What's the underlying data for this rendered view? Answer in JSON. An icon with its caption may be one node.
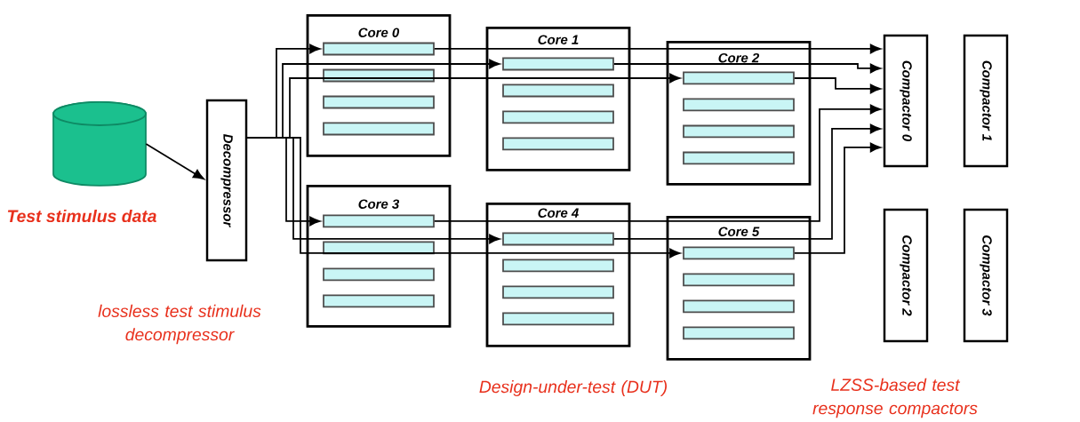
{
  "diagram": {
    "nodes": [
      {
        "text": [],
        "shape": "cylinder",
        "beside": [
          "Test stimulus data"
        ]
      },
      {
        "text": [
          "Decompressor"
        ]
      },
      {
        "text": [
          "Core 0"
        ]
      },
      {
        "text": [],
        "shape": "bar",
        "in": 2
      },
      {
        "text": [],
        "shape": "bar",
        "in": 2
      },
      {
        "text": [],
        "shape": "bar",
        "in": 2
      },
      {
        "text": [],
        "shape": "bar",
        "in": 2
      },
      {
        "text": [
          "Core 1"
        ]
      },
      {
        "text": [],
        "shape": "bar",
        "in": 7
      },
      {
        "text": [],
        "shape": "bar",
        "in": 7
      },
      {
        "text": [],
        "shape": "bar",
        "in": 7
      },
      {
        "text": [],
        "shape": "bar",
        "in": 7
      },
      {
        "text": [
          "Core 2"
        ]
      },
      {
        "text": [],
        "shape": "bar",
        "in": 12
      },
      {
        "text": [],
        "shape": "bar",
        "in": 12
      },
      {
        "text": [],
        "shape": "bar",
        "in": 12
      },
      {
        "text": [],
        "shape": "bar",
        "in": 12
      },
      {
        "text": [
          "Core 3"
        ]
      },
      {
        "text": [],
        "shape": "bar",
        "in": 17
      },
      {
        "text": [],
        "shape": "bar",
        "in": 17
      },
      {
        "text": [],
        "shape": "bar",
        "in": 17
      },
      {
        "text": [],
        "shape": "bar",
        "in": 17
      },
      {
        "text": [
          "Core 4"
        ]
      },
      {
        "text": [],
        "shape": "bar",
        "in": 22
      },
      {
        "text": [],
        "shape": "bar",
        "in": 22
      },
      {
        "text": [],
        "shape": "bar",
        "in": 22
      },
      {
        "text": [],
        "shape": "bar",
        "in": 22
      },
      {
        "text": [
          "Core 5"
        ]
      },
      {
        "text": [],
        "shape": "bar",
        "in": 27
      },
      {
        "text": [],
        "shape": "bar",
        "in": 27
      },
      {
        "text": [],
        "shape": "bar",
        "in": 27
      },
      {
        "text": [],
        "shape": "bar",
        "in": 27
      },
      {
        "text": [
          "Compactor 0"
        ]
      },
      {
        "text": [
          "Compactor 1"
        ]
      },
      {
        "text": [
          "Compactor 2"
        ]
      },
      {
        "text": [
          "Compactor 3"
        ]
      }
    ],
    "edges": [
      {
        "from": 0,
        "to": 1,
        "arrow": "to"
      },
      {
        "from": 1,
        "to": 3,
        "arrow": "to"
      },
      {
        "from": 1,
        "to": 8,
        "arrow": "to"
      },
      {
        "from": 1,
        "to": 13,
        "arrow": "to"
      },
      {
        "from": 1,
        "to": 18,
        "arrow": "to"
      },
      {
        "from": 1,
        "to": 23,
        "arrow": "to"
      },
      {
        "from": 1,
        "to": 28,
        "arrow": "to"
      },
      {
        "from": 3,
        "to": 32,
        "arrow": "to"
      },
      {
        "from": 8,
        "to": 32,
        "arrow": "to"
      },
      {
        "from": 13,
        "to": 32,
        "arrow": "to"
      },
      {
        "from": 18,
        "to": 32,
        "arrow": "to"
      },
      {
        "from": 23,
        "to": 32,
        "arrow": "to"
      },
      {
        "from": 28,
        "to": 32,
        "arrow": "to"
      }
    ],
    "labels": [
      "lossless test stimulus decompressor",
      "Design-under-test (DUT)",
      "LZSS-based test response compactors"
    ]
  }
}
